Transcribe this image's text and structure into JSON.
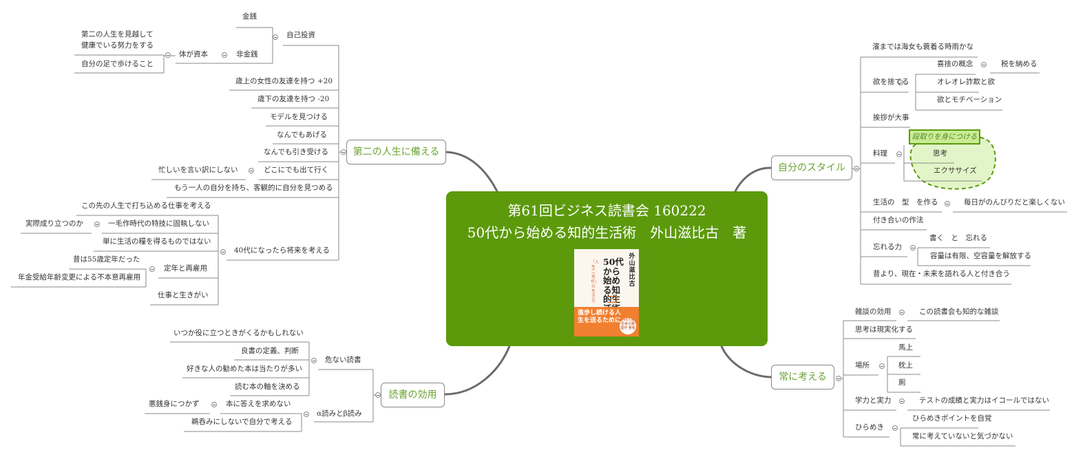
{
  "central": {
    "title_line1": "第61回ビジネス読書会 160222",
    "title_line2": "50代から始める知的生活術　外山滋比古　著",
    "book": {
      "author": "外山滋比古",
      "title": "50代から始める知的生活術",
      "subtitle": "「人生二毛作」の生き方",
      "band": "進歩し続ける人生を送るために",
      "seal": "186万部 思考の整理学 著者"
    }
  },
  "topics": {
    "second_life": "第二の人生に備える",
    "reading": "読書の効用",
    "style": "自分のスタイル",
    "thinking": "常に考える"
  },
  "left": {
    "kinsen": "金銭",
    "jiko_toshi": "自己投資",
    "prep_line1": "第二の人生を見越して",
    "prep_line2": "健康でいる努力をする",
    "karada": "体が資本",
    "hikinsen": "非金銭",
    "jibun_ashi": "自分の足で歩けること",
    "toshiue": "歳上の女性の友達を持つ +20",
    "toshishita": "歳下の友達を持つ -20",
    "model": "モデルを見つける",
    "ageru": "なんでもあげる",
    "hikiukeru": "なんでも引き受ける",
    "isogashii": "忙しいを言い訳にしない",
    "dokodemo": "どこにでも出て行く",
    "mou_hitori": "もう一人の自分を持ち、客観的に自分を見つめる",
    "kono_saki": "この先の人生で打ち込める仕事を考える",
    "jissai": "実際成り立つのか",
    "ichimosaku": "一毛作時代の特技に固執しない",
    "tannni": "単に生活の糧を得るものではない",
    "mukashi": "昔は55歳定年だった",
    "teinen": "定年と再雇用",
    "nenkin": "年金受給年齢変更による不本意再雇用",
    "shigoto": "仕事と生きがい",
    "yonju": "40代になったら将来を考える",
    "itsuka": "いつか役に立つときがくるかもしれない",
    "ryosho": "良書の定義、判断",
    "kiken": "危ない読書",
    "sukina": "好きな人の勧めた本は当たりが多い",
    "yomu_jiku": "読む本の軸を決める",
    "akusen": "悪銭身につかず",
    "kotae": "本に答えを求めない",
    "alpha": "α読みとβ読み",
    "unomi": "鵜呑みにしないで自分で考える"
  },
  "right": {
    "hama": "濱までは海女も蓑着る時雨かな",
    "kisha": "喜捨の概念",
    "zei": "税を納める",
    "yoku_suteru": "欲を捨てる",
    "oreore": "オレオレ詐欺と欲",
    "motivation": "欲とモチベーション",
    "aisatsu": "挨拶が大事",
    "dandori": "段取りを身につける",
    "ryori": "料理",
    "shiko": "思考",
    "exercise": "エクササイズ",
    "seikatsu_kata": "生活の　型　を作る",
    "mainichi": "毎日がのんびりだと楽しくない",
    "tsukiai": "付き合いの作法",
    "kaku": "書く　と　忘れる",
    "wasureru": "忘れる力",
    "yoryo": "容量は有限、空容量を解放する",
    "mukashi_yori": "昔より、現在・未来を語れる人と付き合う",
    "zatsudan": "雑談の効用",
    "kono_dokusho": "この読書会も知的な雑談",
    "shiko_jitsugen": "思考は現実化する",
    "bajo": "馬上",
    "basho": "場所",
    "chinjo": "枕上",
    "kawaya": "厠",
    "gakuryoku": "学力と実力",
    "test": "テストの成績と実力はイコールではない",
    "hirameki_point": "ひらめきポイントを自覚",
    "hirameki": "ひらめき",
    "tsune": "常に考えていないと気づかない"
  },
  "colors": {
    "central": "#5c9a0c",
    "topic_text": "#6aa332",
    "highlight_fill": "#c9ec93",
    "cloud_fill": "#e2f5c8",
    "cloud_stroke": "#5c9a0c"
  }
}
